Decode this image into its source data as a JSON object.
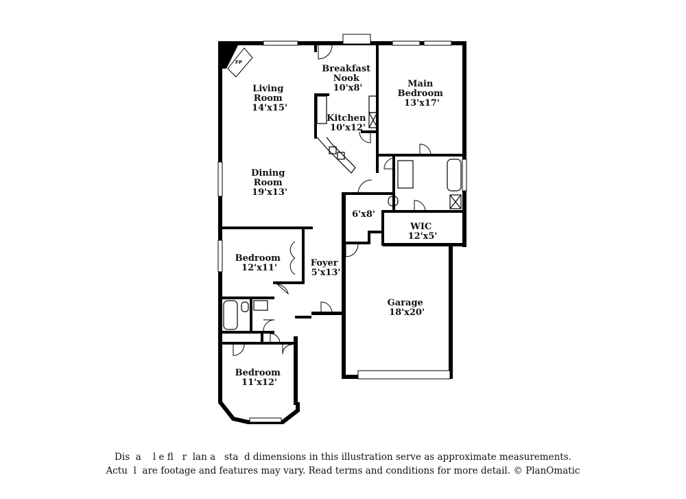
{
  "rooms": [
    {
      "id": "living",
      "name_lines": [
        "Living",
        "Room"
      ],
      "size": "14'x15'"
    },
    {
      "id": "nook",
      "name_lines": [
        "Breakfast",
        "Nook"
      ],
      "size": "10'x8'"
    },
    {
      "id": "main-bedroom",
      "name_lines": [
        "Main",
        "Bedroom"
      ],
      "size": "13'x17'"
    },
    {
      "id": "kitchen",
      "name_lines": [
        "Kitchen"
      ],
      "size": "10'x12'"
    },
    {
      "id": "dining",
      "name_lines": [
        "Dining",
        "Room"
      ],
      "size": "19'x13'"
    },
    {
      "id": "laundry",
      "name_lines": [],
      "size": "6'x8'"
    },
    {
      "id": "wic",
      "name_lines": [
        "WIC"
      ],
      "size": "12'x5'"
    },
    {
      "id": "bedroom-2",
      "name_lines": [
        "Bedroom"
      ],
      "size": "12'x11'"
    },
    {
      "id": "foyer",
      "name_lines": [
        "Foyer"
      ],
      "size": "5'x13'"
    },
    {
      "id": "garage",
      "name_lines": [
        "Garage"
      ],
      "size": "18'x20'"
    },
    {
      "id": "bedroom-3",
      "name_lines": [
        "Bedroom"
      ],
      "size": "11'x12'"
    }
  ],
  "fireplace_label": "FP",
  "disclaimer": {
    "line1": "Dis  a    l e fl   r  lan a   sta  d dimensions in this illustration serve as approximate measurements.",
    "line2": "Actu  l  are footage and features may vary. Read terms and conditions for more detail. © PlanOmatic"
  }
}
